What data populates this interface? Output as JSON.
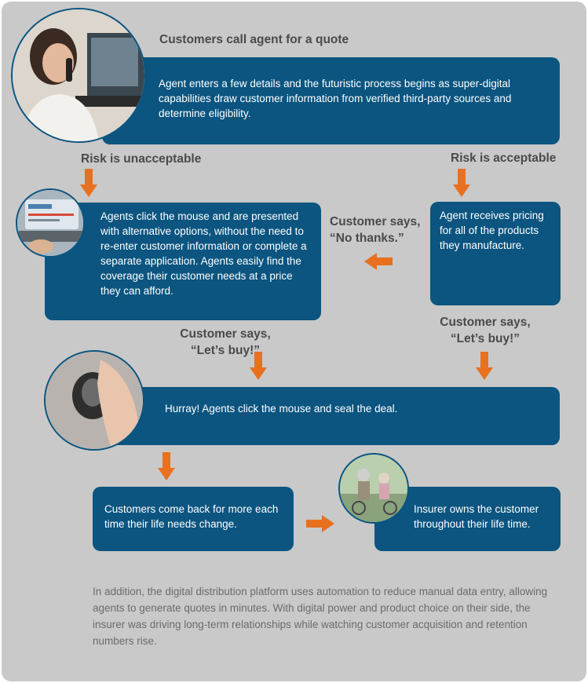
{
  "header_label": "Customers call agent for a quote",
  "box_agent_enters": "Agent enters a few details and the futuristic process begins as super-digital capabilities draw customer information from verified third-party sources and determine eligibility.",
  "risk_unacceptable": "Risk is unacceptable",
  "risk_acceptable": "Risk is acceptable",
  "box_alternatives": "Agents click the mouse and are presented with alternative options, without the need to re-enter customer information or complete a separate application. Agents easily find the coverage their customer needs at a price they can afford.",
  "box_pricing": "Agent receives pricing for all of the products they manufacture.",
  "no_thanks": "Customer says, “No thanks.”",
  "lets_buy_left": "Customer says, “Let’s buy!”",
  "lets_buy_right": "Customer says, “Let’s buy!”",
  "box_seal": "Hurray! Agents click the mouse and seal the deal.",
  "box_come_back": "Customers come back for more each time their life needs change.",
  "box_insurer_owns": "Insurer owns the customer throughout their life time.",
  "footer": "In addition, the digital distribution platform uses automation to reduce manual data entry, allowing agents to generate quotes in minutes. With digital power and product choice on their side, the insurer was driving long-term relationships while watching customer acquisition and retention numbers rise.",
  "colors": {
    "box": "#0b5580",
    "arrow": "#e8701f",
    "panel": "#c9c9c9",
    "label": "#4a4a4a"
  },
  "icons": [
    "agent-phone-photo",
    "insurance-laptop-photo",
    "mouse-hand-photo",
    "couple-bicycle-photo"
  ]
}
